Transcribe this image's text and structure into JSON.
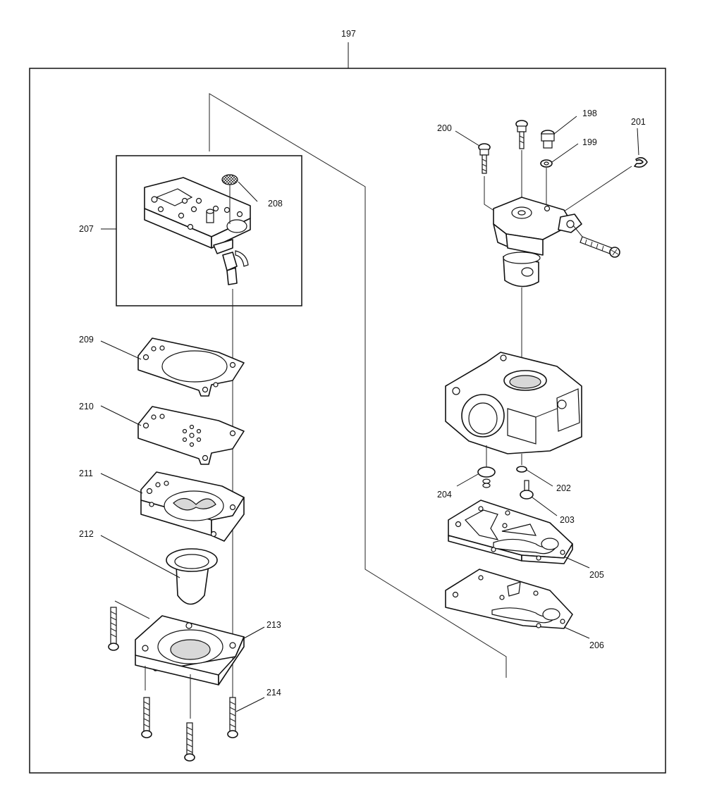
{
  "assembly": {
    "number": "197"
  },
  "callouts": {
    "p198": "198",
    "p199": "199",
    "p200": "200",
    "p201": "201",
    "p202": "202",
    "p203": "203",
    "p204": "204",
    "p205": "205",
    "p206": "206",
    "p207": "207",
    "p208": "208",
    "p209": "209",
    "p210": "210",
    "p211": "211",
    "p212": "212",
    "p213": "213",
    "p214": "214"
  },
  "colors": {
    "line": "#111111",
    "background": "#ffffff"
  }
}
